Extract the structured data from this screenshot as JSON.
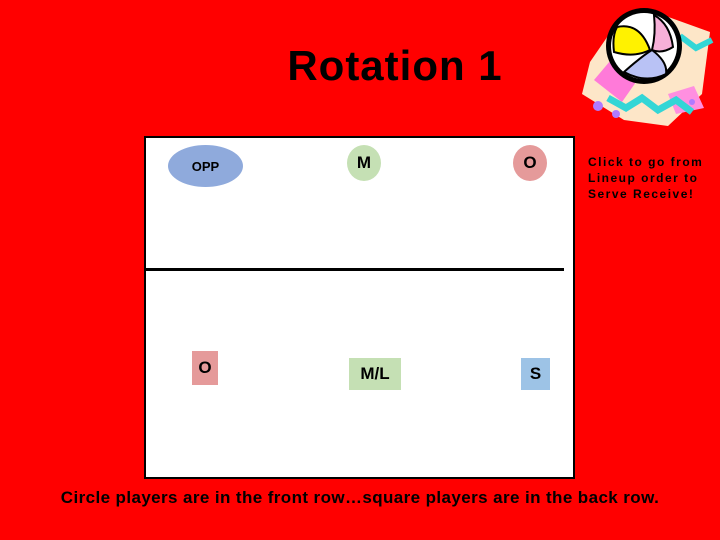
{
  "slide": {
    "title": "Rotation 1",
    "note": "Click to go from Lineup order to Serve Receive!",
    "caption": "Circle players are in the front row…square players are in the back row."
  },
  "court": {
    "front_row": [
      {
        "label": "OPP",
        "shape": "circle",
        "color": "#8faadc"
      },
      {
        "label": "M",
        "shape": "circle",
        "color": "#c5e0b4"
      },
      {
        "label": "O",
        "shape": "circle",
        "color": "#e59a9a"
      }
    ],
    "back_row": [
      {
        "label": "O",
        "shape": "square",
        "color": "#e59a9a"
      },
      {
        "label": "M/L",
        "shape": "square",
        "color": "#c5e0b4"
      },
      {
        "label": "S",
        "shape": "square",
        "color": "#9dc3e6"
      }
    ]
  },
  "colors": {
    "background": "#ff0000",
    "court": "#ffffff"
  },
  "icons": {
    "clipart": "volleyball-icon"
  }
}
